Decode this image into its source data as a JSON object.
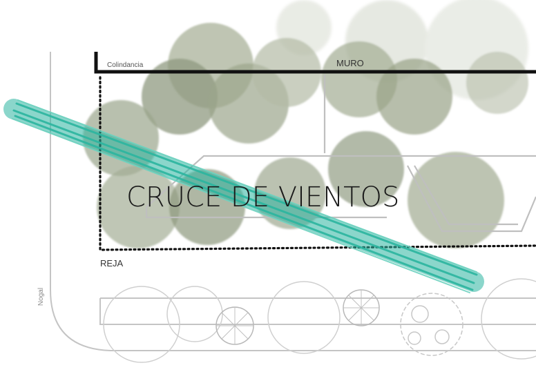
{
  "labels": {
    "title": "CRUCE DE VIENTOS",
    "wall": "MURO",
    "boundary": "Colindancia",
    "fence": "REJA",
    "street": "Nogal"
  },
  "colors": {
    "wind": "#2bb5a0",
    "wall": "#111111",
    "street_lines": "#bdbdbd",
    "tree_canopy": "#9aa58c",
    "background": "#ffffff"
  },
  "icons": {
    "wind_arrow": "wind-flow-band",
    "tree": "tree-canopy",
    "street_tree": "circle-tree-plan"
  }
}
